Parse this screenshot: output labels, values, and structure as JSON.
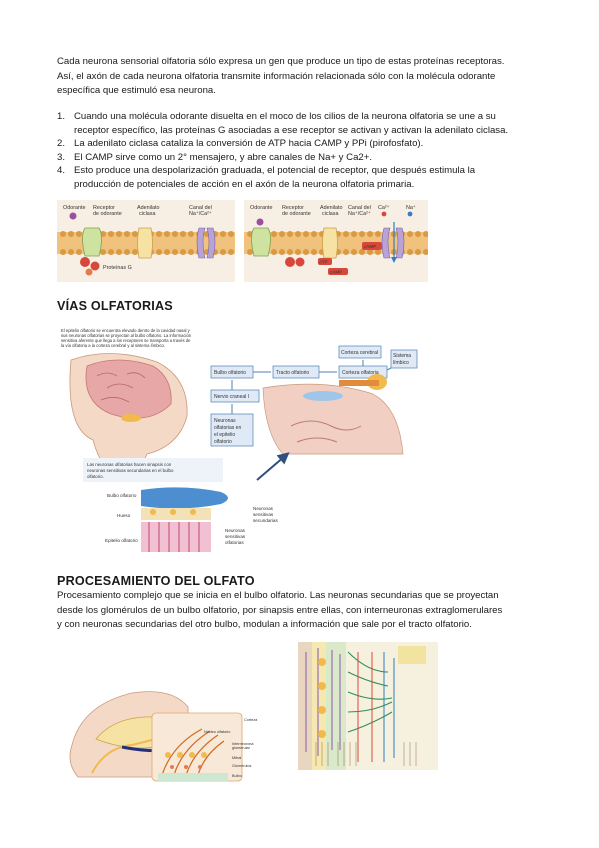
{
  "intro": [
    "Cada neurona sensorial olfatoria sólo expresa un gen que produce un tipo de estas proteínas receptoras.",
    "Así, el axón de cada neurona olfatoria transmite información relacionada sólo con la molécula odorante",
    "específica que estimuló esa neurona."
  ],
  "steps": [
    {
      "num": "1.",
      "lines": [
        "Cuando una molécula odorante disuelta en el moco de los cilios de la neurona olfatoria se une a su",
        "receptor específico, las proteínas G asociadas a ese receptor se activan y activan la adenilato ciclasa."
      ]
    },
    {
      "num": "2.",
      "lines": [
        "La adenilato ciclasa cataliza la conversión de ATP hacia CAMP y PPi (pirofosfato)."
      ]
    },
    {
      "num": "3.",
      "lines": [
        "El CAMP sirve como un 2° mensajero, y abre canales de Na+ y Ca2+."
      ]
    },
    {
      "num": "4.",
      "lines": [
        "Esto produce una despolarización graduada, el potencial de receptor, que después estimula la",
        "producción de potenciales de acción en el axón de la neurona olfatoria primaria."
      ]
    }
  ],
  "fig1": {
    "left": {
      "odorant": "Odorante",
      "receptor": "Receptor\nde odorante",
      "cyclase": "Adenilato\nciclasa",
      "channel": "Canal del\nNa⁺/Ca²⁺",
      "gprot": "Proteínas G"
    },
    "right": {
      "odorant": "Odorante",
      "receptor": "Receptor\nde odorante",
      "cyclase": "Adenilato\nciclasa",
      "channel": "Canal del\nNa⁺/Ca²⁺",
      "ca": "Ca²⁺",
      "na": "Na⁺",
      "camp1": "cAMP",
      "atp": "ATP",
      "camp2": "cAMP"
    }
  },
  "vias": {
    "heading": "VÍAS OLFATORIAS",
    "fig": {
      "caption": [
        "El epitelio olfatorio se encuentra elevado dentro de la cavidad nasal y",
        "sus neuronas olfatorias se proyectan al bulbo olfatorio. La información",
        "sensitiva aferente que llega a los receptores se transporta a través de",
        "la vía olfatoria a la corteza cerebral y al sistema límbico."
      ],
      "boxes": {
        "bulbo": "Bulbo olfatorio",
        "tracto": "Tracto olfatorio",
        "corteza": "Corteza olfatoria",
        "cortcer": "Corteza cerebral",
        "limbico": "Sistema\nlímbico",
        "nervio": "Nervio craneal I",
        "neuronas": "Neuronas\nolfatorias en\nel epitelio\nolfatorio"
      },
      "caption2": [
        "Las neuronas olfatorias hacen sinapsis con",
        "neuronas sensitivas secundarias en el bulbo",
        "olfatorio."
      ],
      "lower": {
        "bulbo": "Bulbo olfatorio",
        "hueso": "Hueso",
        "epitelio": "Epitelio olfatorio",
        "sec": "Neuronas\nsensitivas\nsecundarias",
        "neur": "Neuronas\nsensitivas\nolfatorias"
      }
    }
  },
  "proc": {
    "heading": "PROCESAMIENTO DEL OLFATO",
    "text": [
      "Procesamiento complejo que se inicia en el bulbo olfatorio. Las neuronas secundarias que se proyectan",
      "desde los glomérulos de un bulbo olfatorio, por sinapsis entre ellas, con interneuronas extraglomerulares",
      "y con neuronas secundarias del otro bulbo, modulan a información que sale por el tracto olfatorio."
    ],
    "fig_left": {
      "labels": [
        "Corteza",
        "Núcleo olfatorio",
        "Interneurona glomerular",
        "Mitral",
        "Glomérulos",
        "Bulbo"
      ]
    }
  },
  "colors": {
    "membrane": "#f1c27d",
    "membraneDark": "#d99a44",
    "green": "#cfe3a0",
    "pink": "#d88aa3",
    "purple": "#b7a3d6",
    "red": "#d8483a",
    "blue": "#2f7fc1",
    "boxBlue": "#dfeaf6",
    "boxBorder": "#4f7fb6"
  }
}
